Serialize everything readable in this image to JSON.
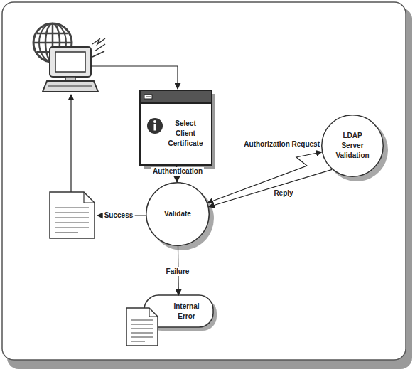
{
  "diagram": {
    "nodes": [
      {
        "text": [
          "Select Client Certificate"
        ]
      },
      {
        "text": [
          "Validate"
        ]
      },
      {
        "text": [
          "LDAP Server Validation"
        ]
      },
      {
        "text": [
          "Internal Error"
        ]
      }
    ],
    "edges": [
      {
        "from": 0,
        "to": 1,
        "label": "Authentication",
        "arrow": "to"
      },
      {
        "from": 1,
        "to": 2,
        "label": "Authorization Request",
        "arrow": "both"
      },
      {
        "from": 2,
        "to": 1,
        "label": "Reply",
        "arrow": "to"
      },
      {
        "from": 1,
        "to": 3,
        "label": "Failure",
        "arrow": "to"
      }
    ],
    "labels": [
      "Success"
    ]
  }
}
